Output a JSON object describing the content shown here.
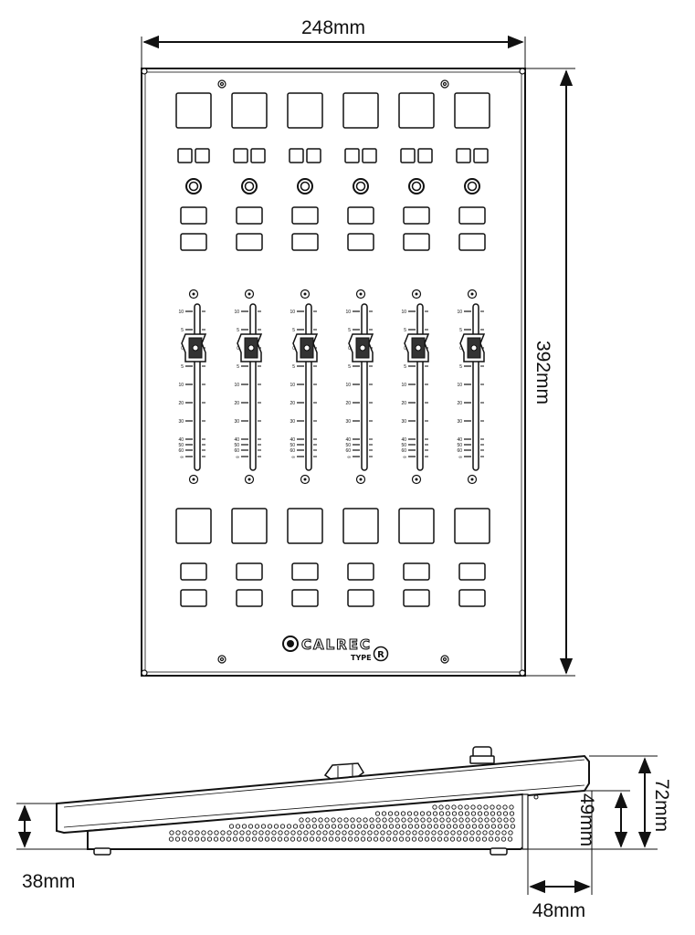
{
  "dimensions": {
    "width": "248mm",
    "height": "392mm",
    "front_height": "38mm",
    "rear_height": "72mm",
    "inner_height": "49mm",
    "rear_depth": "48mm"
  },
  "branding": {
    "logo_text": "CALREC",
    "type_label": "TYPE",
    "type_letter": "R"
  },
  "panel": {
    "channel_count": 6,
    "fader_scale": [
      "10",
      "5",
      "0",
      "5",
      "10",
      "20",
      "30",
      "40",
      "50",
      "60",
      "∞"
    ]
  }
}
